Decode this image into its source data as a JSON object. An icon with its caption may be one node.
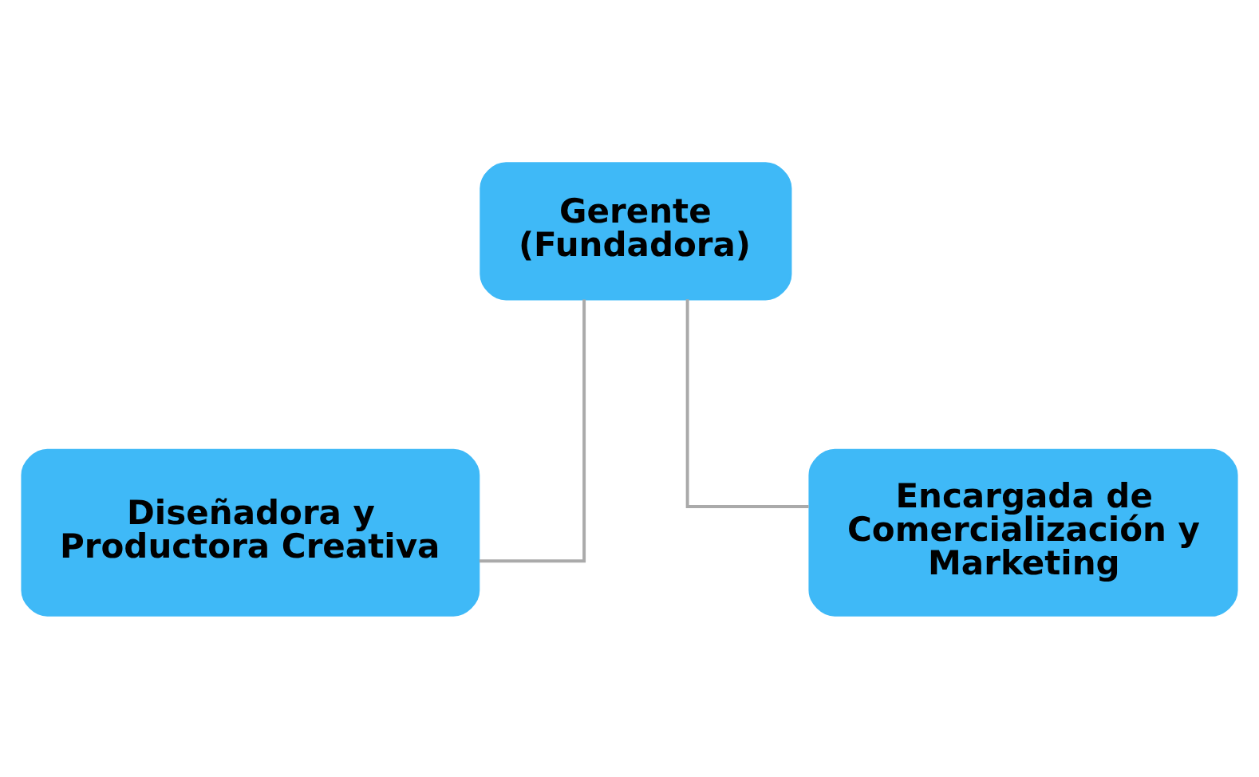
{
  "diagram": {
    "nodes": [
      {
        "text": [
          "Gerente (Fundadora)"
        ]
      },
      {
        "text": [
          "Diseñadora y Productora Creativa"
        ]
      },
      {
        "text": [
          "Encargada de Comercialización y Marketing"
        ]
      }
    ],
    "edges": [
      {
        "from": 0,
        "to": 1,
        "arrow": "none"
      },
      {
        "from": 0,
        "to": 2,
        "arrow": "none"
      }
    ]
  }
}
